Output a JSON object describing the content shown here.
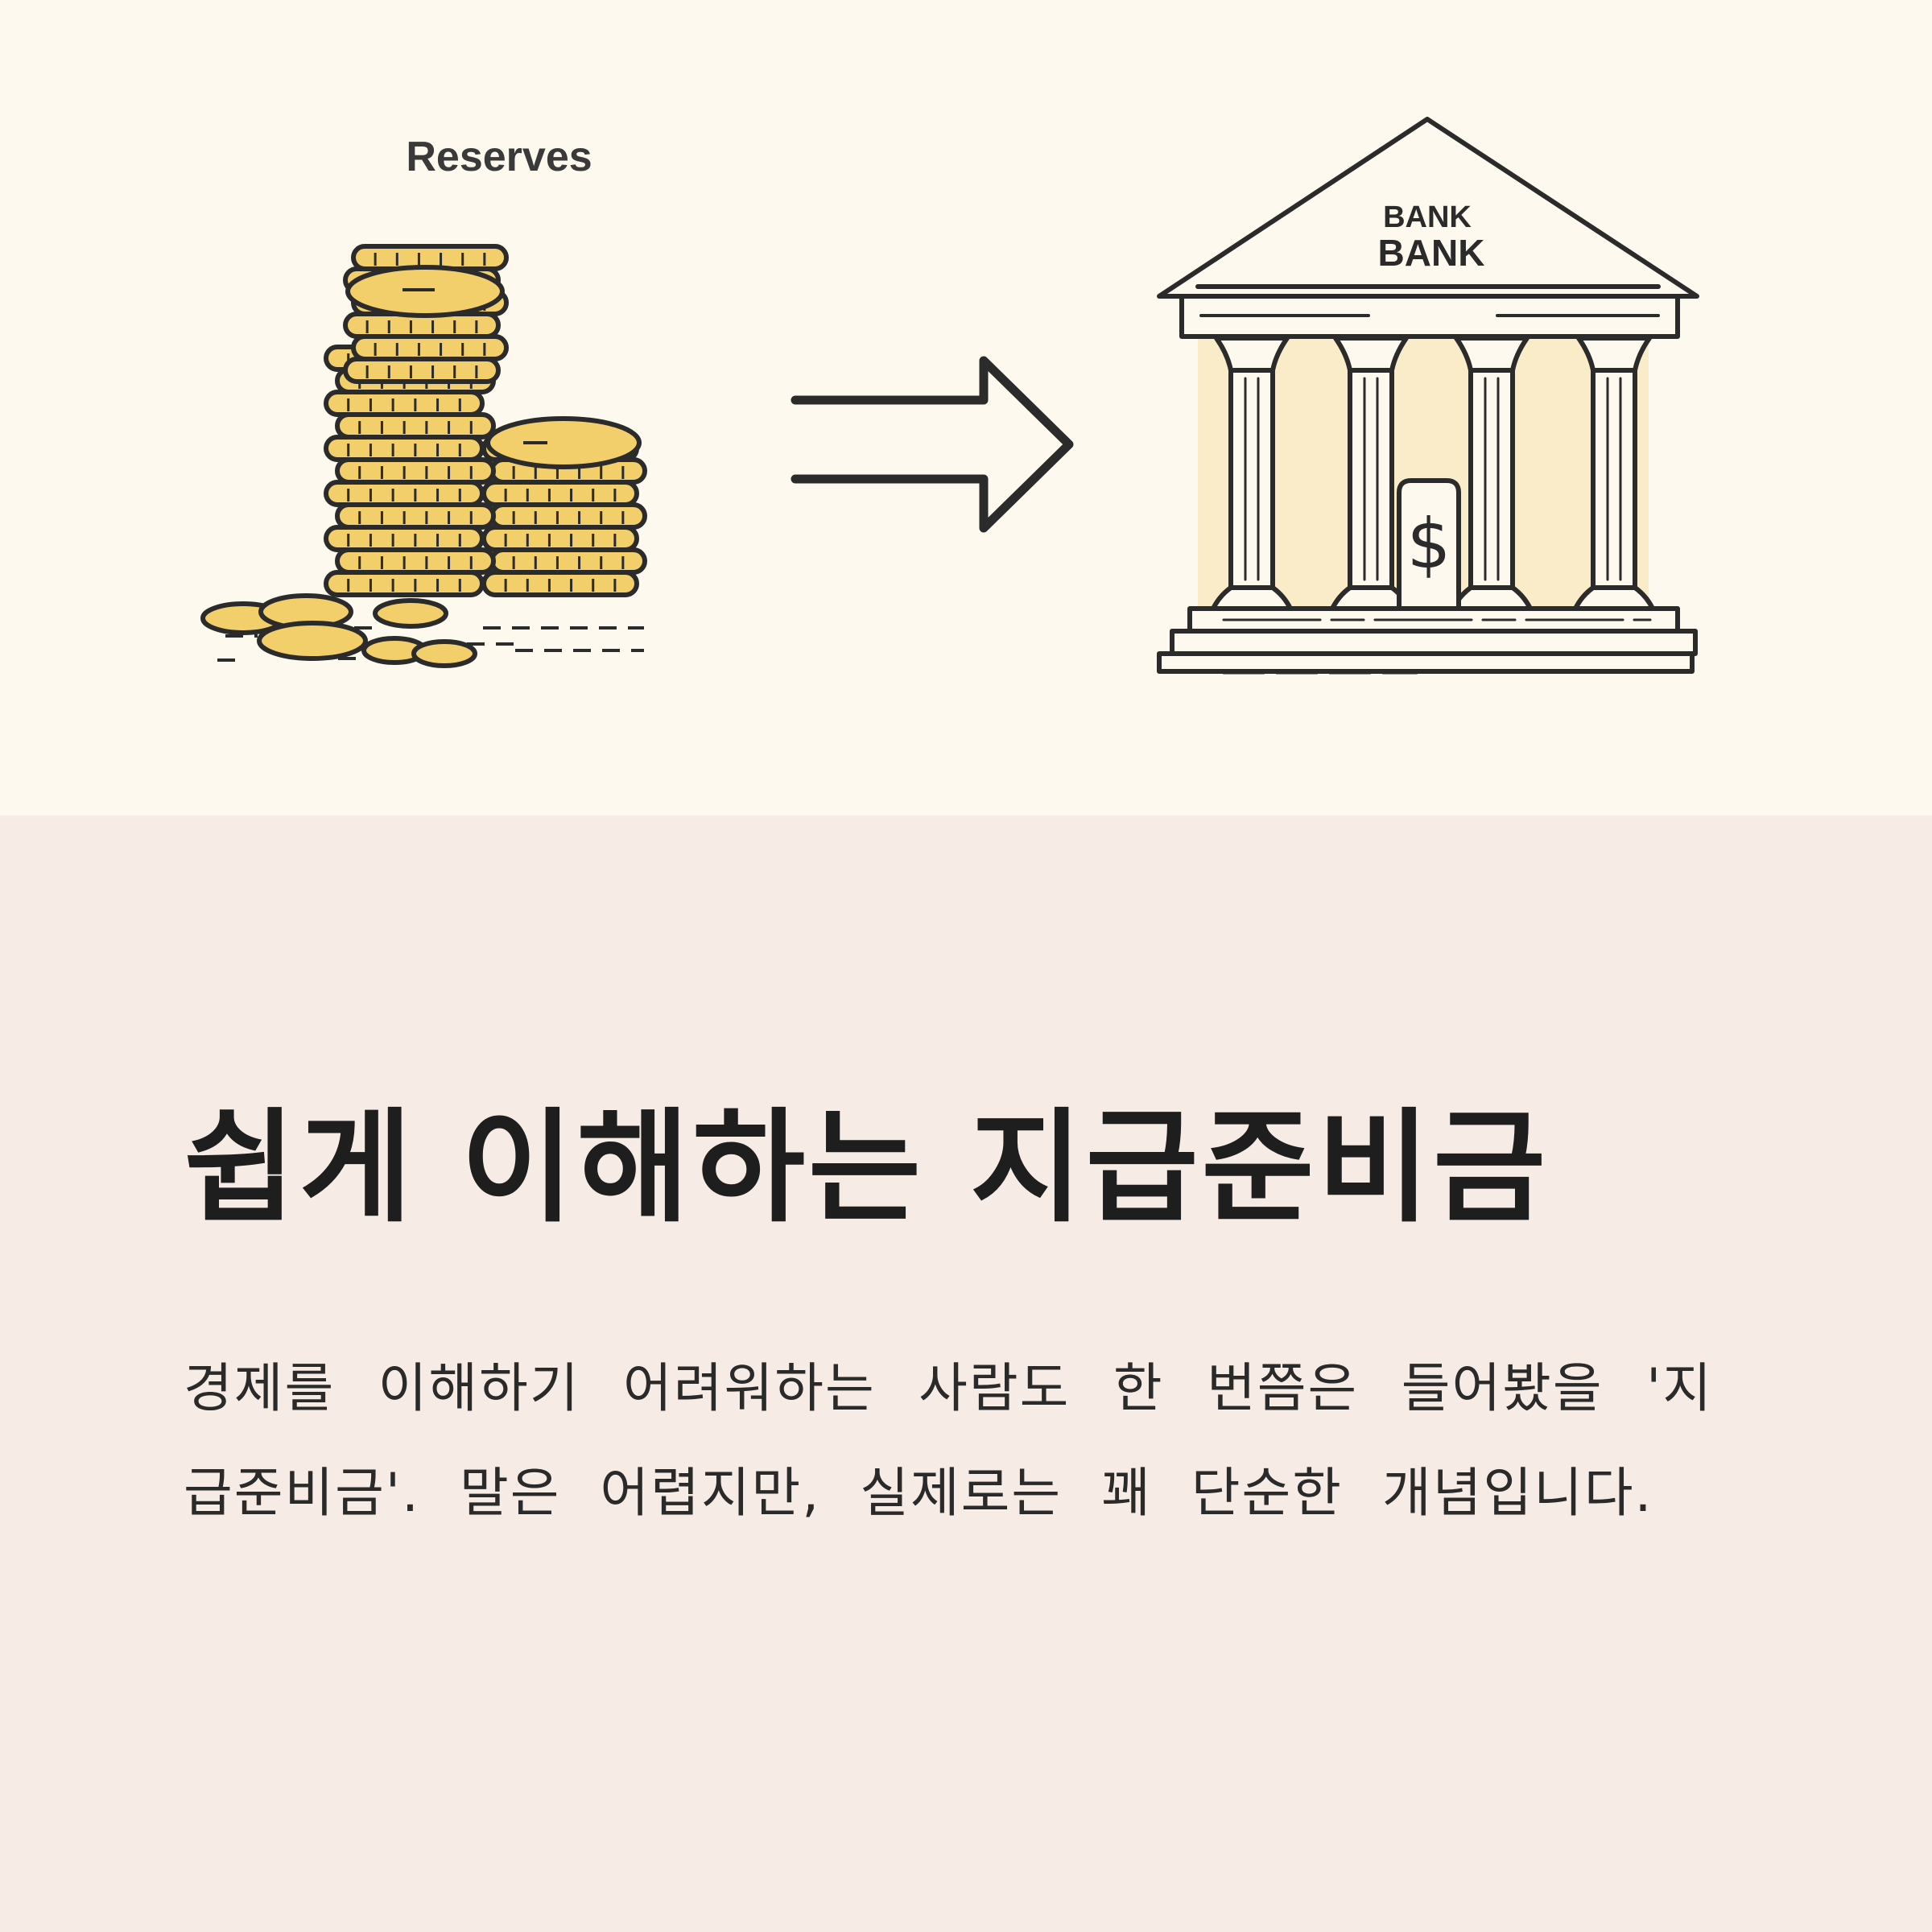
{
  "illustration": {
    "coins_label": "Reserves",
    "bank_sign_line1": "BANK",
    "bank_sign_line2": "BANK",
    "door_symbol": "$",
    "icons": [
      "coin-stack-icon",
      "double-arrow-icon",
      "bank-building-icon",
      "dollar-icon"
    ]
  },
  "content": {
    "title": "쉽게 이해하는 지급준비금",
    "body": "경제를 이해하기 어려워하는 사람도 한 번쯤은 들어봤을 '지급준비금'. 말은 어렵지만, 실제로는 꽤 단순한 개념입니다."
  },
  "colors": {
    "hero_background": "#fdf9ef",
    "text_panel_background": "#f7ece5",
    "coin_gold": "#f2cf6b",
    "outline": "#2b2b2b",
    "bank_interior": "#fbecc9"
  }
}
